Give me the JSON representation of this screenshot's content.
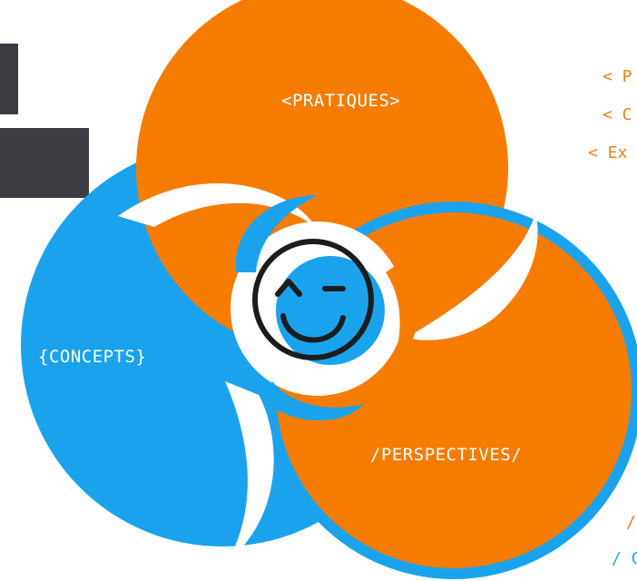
{
  "colors": {
    "orange": "#f57c00",
    "blue": "#1aa3ec",
    "dark": "#3c3c42",
    "white": "#ffffff"
  },
  "labels": {
    "pratiques": "<PRATIQUES>",
    "concepts": "{CONCEPTS}",
    "perspectives": "/PERSPECTIVES/"
  },
  "side_fragments": {
    "line1": "< P",
    "line2": "< C",
    "line3": "< Ex",
    "line4": "/",
    "line5": "/ C"
  },
  "icons": [
    "smiley-face-icon"
  ]
}
